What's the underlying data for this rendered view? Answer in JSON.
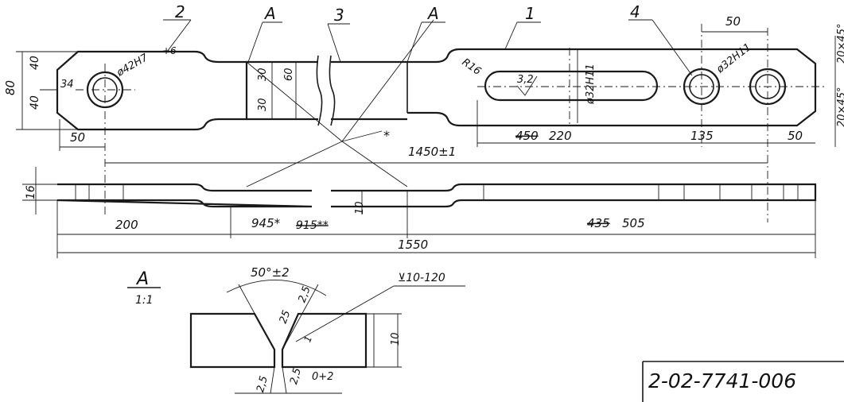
{
  "drawing_number": "2-02-7741-006",
  "leaders": {
    "part_1": "1",
    "part_2": "2",
    "part_3": "3",
    "part_4": "4",
    "section_a_left": "A",
    "section_a_right": "A"
  },
  "top_view": {
    "dim_80": "80",
    "dim_40_top": "40",
    "dim_40_bottom": "40",
    "dim_34": "34",
    "hole_left": "ø42H7",
    "hole_left_extra": "+6",
    "dim_50_left": "50",
    "dim_30_top": "30",
    "dim_60": "60",
    "dim_30_bottom": "30",
    "radius": "R16",
    "roughness": "3,2",
    "slot_width": "ø32H11",
    "hole_right": "ø32H11",
    "dim_50_top": "50",
    "chamfer_top": "20×45°",
    "chamfer_bottom": "20×45°",
    "dim_450_old": "450",
    "dim_220": "220",
    "dim_135": "135",
    "dim_50_right": "50",
    "star": "*",
    "dim_1450": "1450±1"
  },
  "side_view": {
    "dim_16": "16",
    "dim_10": "10",
    "dim_200": "200",
    "dim_945": "945*",
    "dim_915": "915**",
    "dim_435_old": "435",
    "dim_505": "505",
    "dim_1550": "1550"
  },
  "section": {
    "title": "A",
    "scale": "1:1",
    "angle": "50°±2",
    "weld_symbol": "⊻10-120",
    "dim_25_a": "25",
    "dim_25_b": "2,5",
    "dim_1": "1",
    "dim_10": "10",
    "dim_25_c": "2,5",
    "dim_25_d": "2,5",
    "dim_gap": "0+2"
  }
}
